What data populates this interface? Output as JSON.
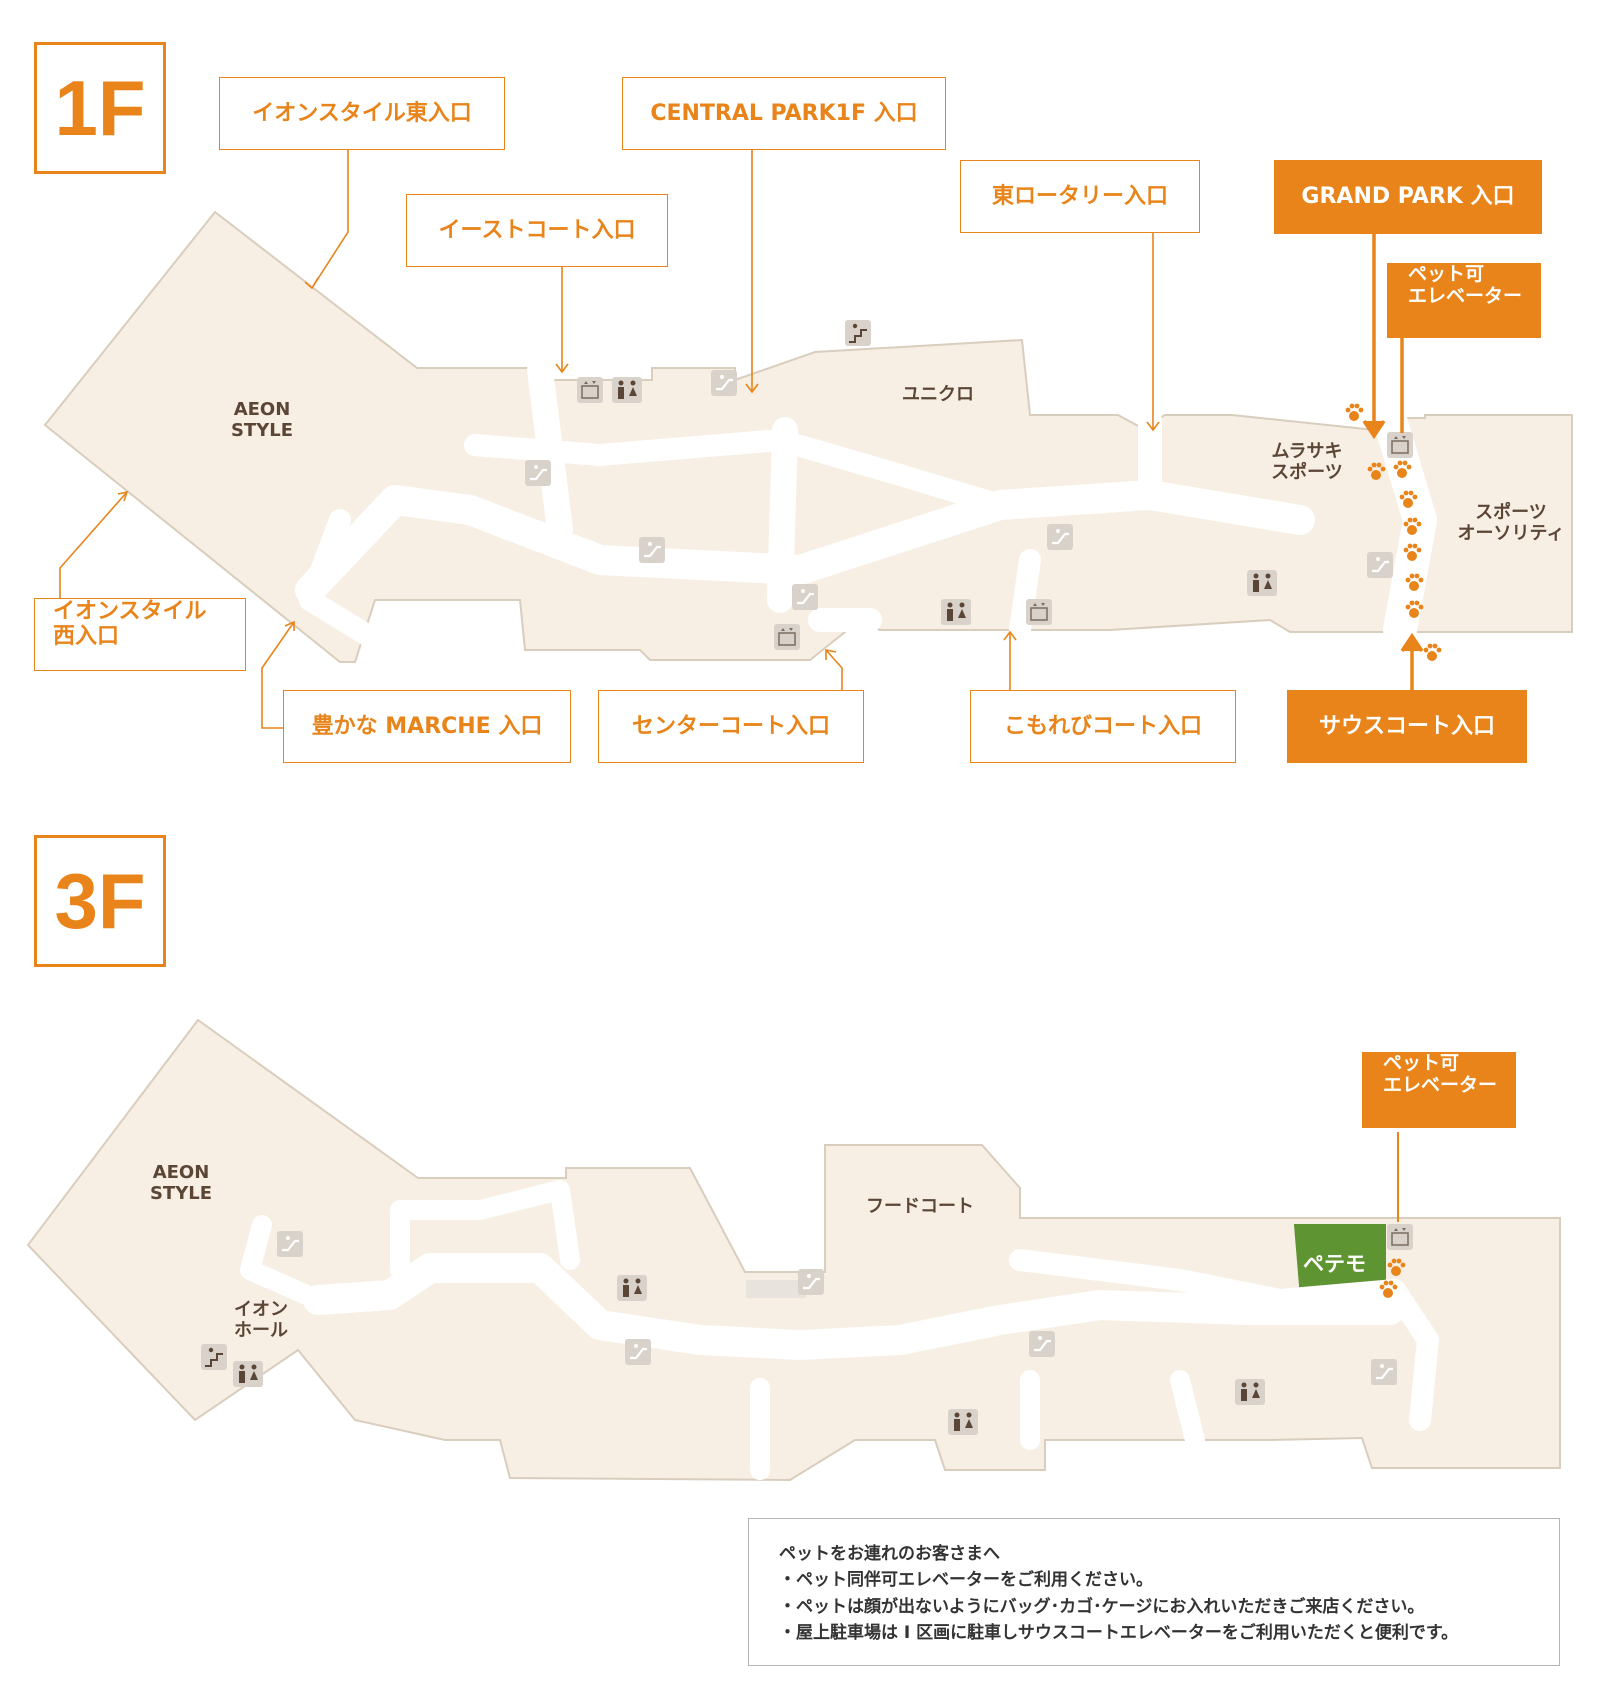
{
  "floors": [
    {
      "badge": "1F",
      "labels": {
        "aeon_east": "イオンスタイル東入口",
        "central_park": "CENTRAL PARK1F 入口",
        "east_court": "イーストコート入口",
        "east_rotary": "東ロータリー入口",
        "grand_park": "GRAND PARK 入口",
        "pet_elevator_line1": "ペット可",
        "pet_elevator_line2": "エレベーター",
        "aeon_west_line1": "イオンスタイル",
        "aeon_west_line2": "西入口",
        "marche": "豊かな MARCHE 入口",
        "center_court": "センターコート入口",
        "komorebi": "こもれびコート入口",
        "south_court": "サウスコート入口"
      },
      "shops": {
        "aeon_style_l1": "AEON",
        "aeon_style_l2": "STYLE",
        "uniqlo": "ユニクロ",
        "murasaki_l1": "ムラサキ",
        "murasaki_l2": "スポーツ",
        "authority_l1": "スポーツ",
        "authority_l2": "オーソリティ"
      }
    },
    {
      "badge": "3F",
      "labels": {
        "pet_elevator_line1": "ペット可",
        "pet_elevator_line2": "エレベーター"
      },
      "shops": {
        "aeon_style_l1": "AEON",
        "aeon_style_l2": "STYLE",
        "food_court": "フードコート",
        "aeon_hall_l1": "イオン",
        "aeon_hall_l2": "ホール",
        "petemo": "ペテモ"
      }
    }
  ],
  "notice": {
    "title": "ペットをお連れのお客さまへ",
    "line1": "・ペット同伴可エレベーターをご利用ください。",
    "line2": "・ペットは顔が出ないようにバッグ･カゴ･ケージにお入れいただきご来店ください。",
    "line3": "・屋上駐車場は I 区画に駐車しサウスコートエレベーターをご利用いただくと便利です。"
  },
  "colors": {
    "accent": "#e8841a",
    "floor_fill": "#f7efe4",
    "floor_stroke": "#d9cdbd",
    "corridor": "#ffffff",
    "petemo": "#5f9432",
    "icon_bg": "#d8d2ca"
  },
  "icons": [
    "escalator-icon",
    "elevator-icon",
    "restroom-icon",
    "stairs-icon",
    "paw-icon"
  ]
}
